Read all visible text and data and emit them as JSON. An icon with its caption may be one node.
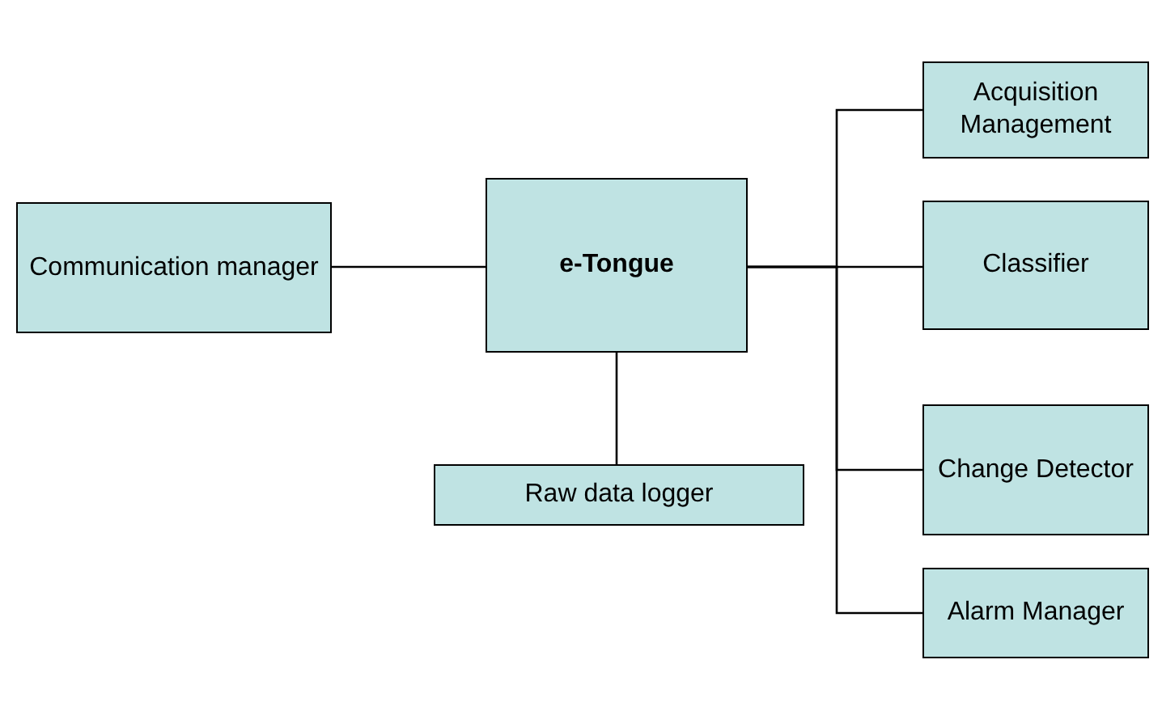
{
  "diagram": {
    "nodes": [
      {
        "text": [
          "Communication manager"
        ]
      },
      {
        "text": [
          "e-Tongue"
        ]
      },
      {
        "text": [
          "Raw data logger"
        ]
      },
      {
        "text": [
          "Acquisition Management"
        ]
      },
      {
        "text": [
          "Classifier"
        ]
      },
      {
        "text": [
          "Change Detector"
        ]
      },
      {
        "text": [
          "Alarm Manager"
        ]
      }
    ],
    "edges": [
      {
        "from": 0,
        "to": 1,
        "arrow": "none"
      },
      {
        "from": 1,
        "to": 2,
        "arrow": "none"
      },
      {
        "from": 1,
        "to": 3,
        "arrow": "none"
      },
      {
        "from": 1,
        "to": 4,
        "arrow": "none"
      },
      {
        "from": 1,
        "to": 5,
        "arrow": "none"
      },
      {
        "from": 1,
        "to": 6,
        "arrow": "none"
      }
    ]
  }
}
